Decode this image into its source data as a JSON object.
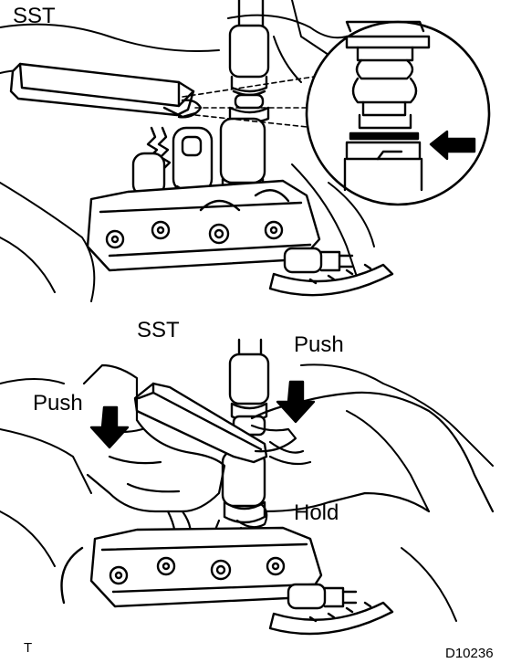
{
  "labels": {
    "sst_top": "SST",
    "sst_bottom": "SST",
    "push_right": "Push",
    "push_left": "Push",
    "hold": "Hold",
    "corner_letter": "T",
    "figure_code": "D10236"
  },
  "colors": {
    "ink": "#000000",
    "paper": "#ffffff"
  }
}
